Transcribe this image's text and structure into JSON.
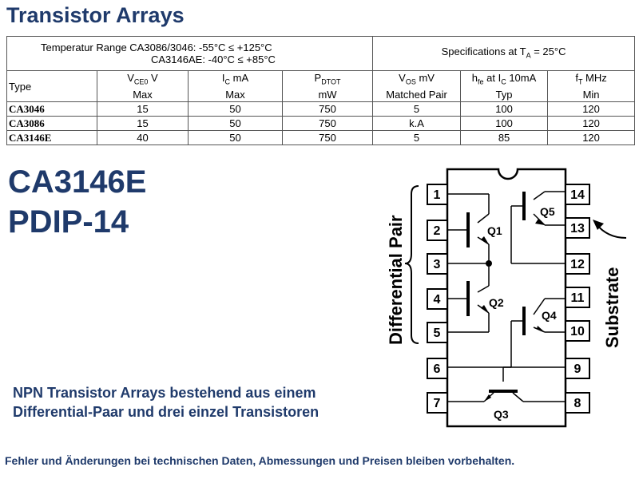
{
  "title": "Transistor Arrays",
  "table": {
    "range_label": "Temperatur Range",
    "range_line1": "CA3086/3046:   -55°C ≤ +125°C",
    "range_line2": "CA3146AE:       -40°C ≤ +85°C",
    "spec_label": "Specifications at T",
    "spec_sub": "A",
    "spec_tail": " = 25°C",
    "headers": {
      "type": "Type",
      "vceo_main": "V",
      "vceo_sub": "CE0",
      "vceo_unit": " V",
      "vceo_line2": "Max",
      "ic_main": "I",
      "ic_sub": "C",
      "ic_unit": " mA",
      "ic_line2": "Max",
      "pdtot_main": "P",
      "pdtot_sub": "DTOT",
      "pdtot_line2": "mW",
      "vos_main": "V",
      "vos_sub": "OS",
      "vos_unit": " mV",
      "vos_line2": "Matched Pair",
      "hfe_main": "h",
      "hfe_sub": "fe",
      "hfe_mid": " at I",
      "hfe_sub2": "C",
      "hfe_tail": " 10mA",
      "hfe_line2": "Typ",
      "ft_main": "f",
      "ft_sub": "T",
      "ft_unit": " MHz",
      "ft_line2": "Min"
    },
    "rows": [
      {
        "type": "CA3046",
        "vceo": "15",
        "ic": "50",
        "pdtot": "750",
        "vos": "5",
        "hfe": "100",
        "ft": "120"
      },
      {
        "type": "CA3086",
        "vceo": "15",
        "ic": "50",
        "pdtot": "750",
        "vos": "k.A",
        "hfe": "100",
        "ft": "120"
      },
      {
        "type": "CA3146E",
        "vceo": "40",
        "ic": "50",
        "pdtot": "750",
        "vos": "5",
        "hfe": "85",
        "ft": "120"
      }
    ]
  },
  "part": "CA3146E",
  "package": "PDIP-14",
  "pinout": {
    "pins_left": [
      "1",
      "2",
      "3",
      "4",
      "5",
      "6",
      "7"
    ],
    "pins_right": [
      "14",
      "13",
      "12",
      "11",
      "10",
      "9",
      "8"
    ],
    "transistors": [
      "Q1",
      "Q2",
      "Q3",
      "Q4",
      "Q5"
    ],
    "label_left": "Differential Pair",
    "label_right": "Substrate"
  },
  "description_line1": "NPN Transistor Arrays bestehend aus einem",
  "description_line2": "Differential-Paar und drei einzel Transistoren",
  "footer": "Fehler und Änderungen bei technischen Daten, Abmessungen und Preisen bleiben vorbehalten.",
  "colors": {
    "heading": "#1f3a6b",
    "text": "#000000",
    "background": "#ffffff"
  }
}
